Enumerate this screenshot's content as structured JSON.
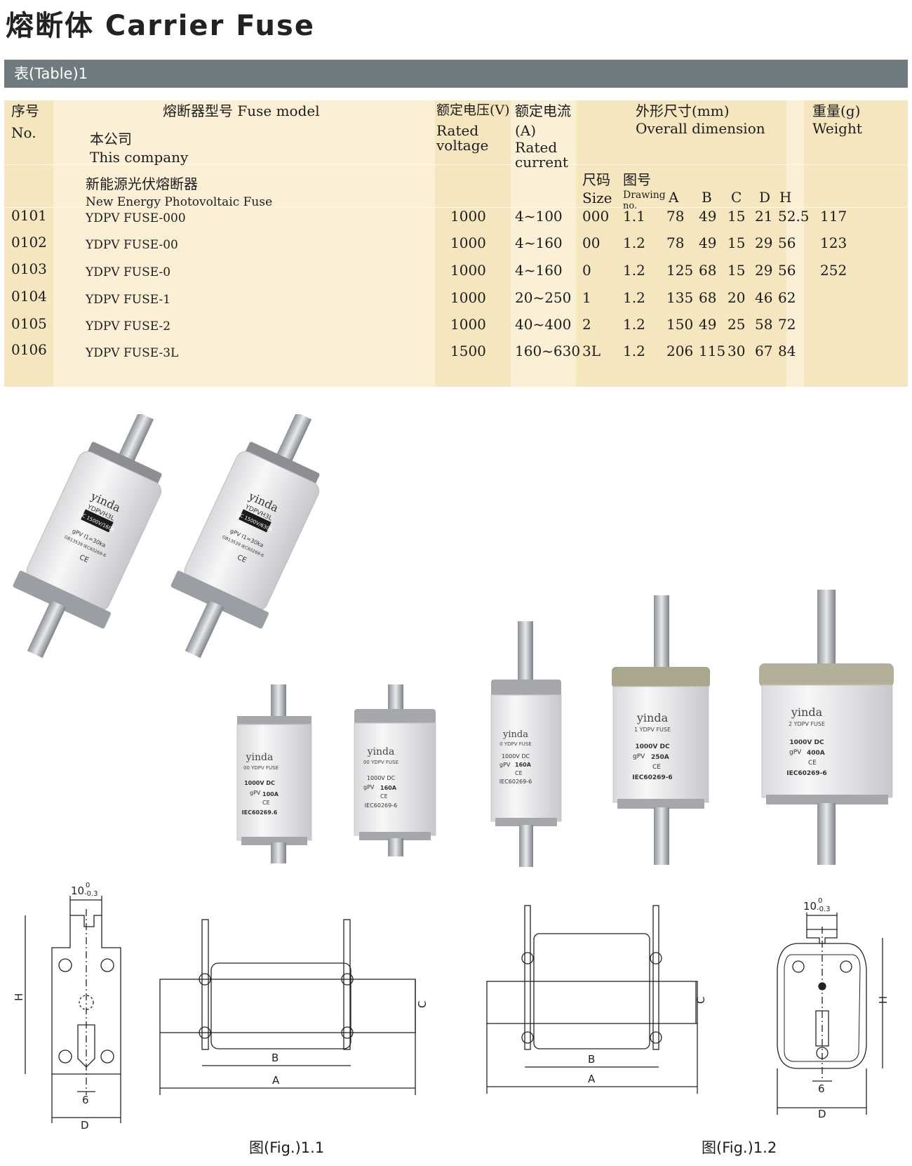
{
  "page": {
    "title": "熔断体 Carrier Fuse",
    "table_caption": "表(Table)1"
  },
  "table": {
    "headers": {
      "no_cn": "序号",
      "no_en": "No.",
      "model": "熔断器型号 Fuse model",
      "company_cn": "本公司",
      "company_en": "This company",
      "subtype_cn": "新能源光伏熔断器",
      "subtype_en": "New Energy Photovoltaic Fuse",
      "voltage_cn": "额定电压(V)",
      "voltage_en_1": "Rated",
      "voltage_en_2": "voltage",
      "current_cn": "额定电流",
      "current_unit": "(A)",
      "current_en_1": "Rated",
      "current_en_2": "current",
      "dim_cn": "外形尺寸(mm)",
      "dim_en": "Overall dimension",
      "size_cn": "尺码",
      "size_en": "Size",
      "drawing_cn": "图号",
      "drawing_en_1": "Drawing",
      "drawing_en_2": "no.",
      "a": "A",
      "b": "B",
      "c": "C",
      "d": "D",
      "h": "H",
      "weight_cn": "重量(g)",
      "weight_en": "Weight"
    },
    "rows": [
      {
        "no": "0101",
        "model": "YDPV FUSE-000",
        "voltage": "1000",
        "current": "4~100",
        "size": "000",
        "drawing": "1.1",
        "a": "78",
        "b": "49",
        "c": "15",
        "d": "21",
        "h": "52.5",
        "weight": "117"
      },
      {
        "no": "0102",
        "model": "YDPV FUSE-00",
        "voltage": "1000",
        "current": "4~160",
        "size": "00",
        "drawing": "1.2",
        "a": "78",
        "b": "49",
        "c": "15",
        "d": "29",
        "h": "56",
        "weight": "123"
      },
      {
        "no": "0103",
        "model": "YDPV FUSE-0",
        "voltage": "1000",
        "current": "4~160",
        "size": "0",
        "drawing": "1.2",
        "a": "125",
        "b": "68",
        "c": "15",
        "d": "29",
        "h": "56",
        "weight": "252"
      },
      {
        "no": "0104",
        "model": "YDPV FUSE-1",
        "voltage": "1000",
        "current": "20~250",
        "size": "1",
        "drawing": "1.2",
        "a": "135",
        "b": "68",
        "c": "20",
        "d": "46",
        "h": "62",
        "weight": ""
      },
      {
        "no": "0105",
        "model": "YDPV FUSE-2",
        "voltage": "1000",
        "current": "40~400",
        "size": "2",
        "drawing": "1.2",
        "a": "150",
        "b": "49",
        "c": "25",
        "d": "58",
        "h": "72",
        "weight": ""
      },
      {
        "no": "0106",
        "model": "YDPV FUSE-3L",
        "voltage": "1500",
        "current": "160~630",
        "size": "3L",
        "drawing": "1.2",
        "a": "206",
        "b": "115",
        "c": "30",
        "d": "67",
        "h": "84",
        "weight": ""
      }
    ]
  },
  "photos": {
    "brand": "yinda",
    "large": [
      {
        "model": "YDPVH3L",
        "rating": "DC 1500V/160A",
        "line1": "gPV I1=30ka",
        "line2": "GB13539 IEC60269-6",
        "cert": "CE"
      },
      {
        "model": "YDPVH3L",
        "rating": "DC 1500V/630A",
        "line1": "gPV I1=30ka",
        "line2": "GB13539 IEC60269-6",
        "cert": "CE"
      }
    ],
    "small": [
      {
        "model": "00 YDPV FUSE",
        "volt": "1000V DC",
        "gpv": "gPV",
        "amp": "100A",
        "std": "IEC60269.6",
        "cert": "CE"
      },
      {
        "model": "00 YDPV FUSE",
        "volt": "1000V DC",
        "gpv": "gPV",
        "amp": "160A",
        "std": "IEC60269-6",
        "cert": "CE"
      },
      {
        "model": "0 YDPV FUSE",
        "volt": "1000V DC",
        "gpv": "gPV",
        "amp": "160A",
        "std": "IEC60269-6",
        "cert": "CE"
      },
      {
        "model": "1 YDPV FUSE",
        "volt": "1000V DC",
        "gpv": "gPV",
        "amp": "250A",
        "std": "IEC60269-6",
        "cert": "CE"
      },
      {
        "model": "2 YDPV FUSE",
        "volt": "1000V DC",
        "gpv": "gPV",
        "amp": "400A",
        "std": "IEC60269-6",
        "cert": "CE"
      }
    ]
  },
  "drawings": {
    "tol_main": "10",
    "tol_up": "0",
    "tol_down": "-0.3",
    "label_h": "H",
    "label_6": "6",
    "label_d": "D",
    "label_b": "B",
    "label_a": "A",
    "label_c": "C",
    "fig1_caption": "图(Fig.)1.1",
    "fig2_caption": "图(Fig.)1.2"
  }
}
